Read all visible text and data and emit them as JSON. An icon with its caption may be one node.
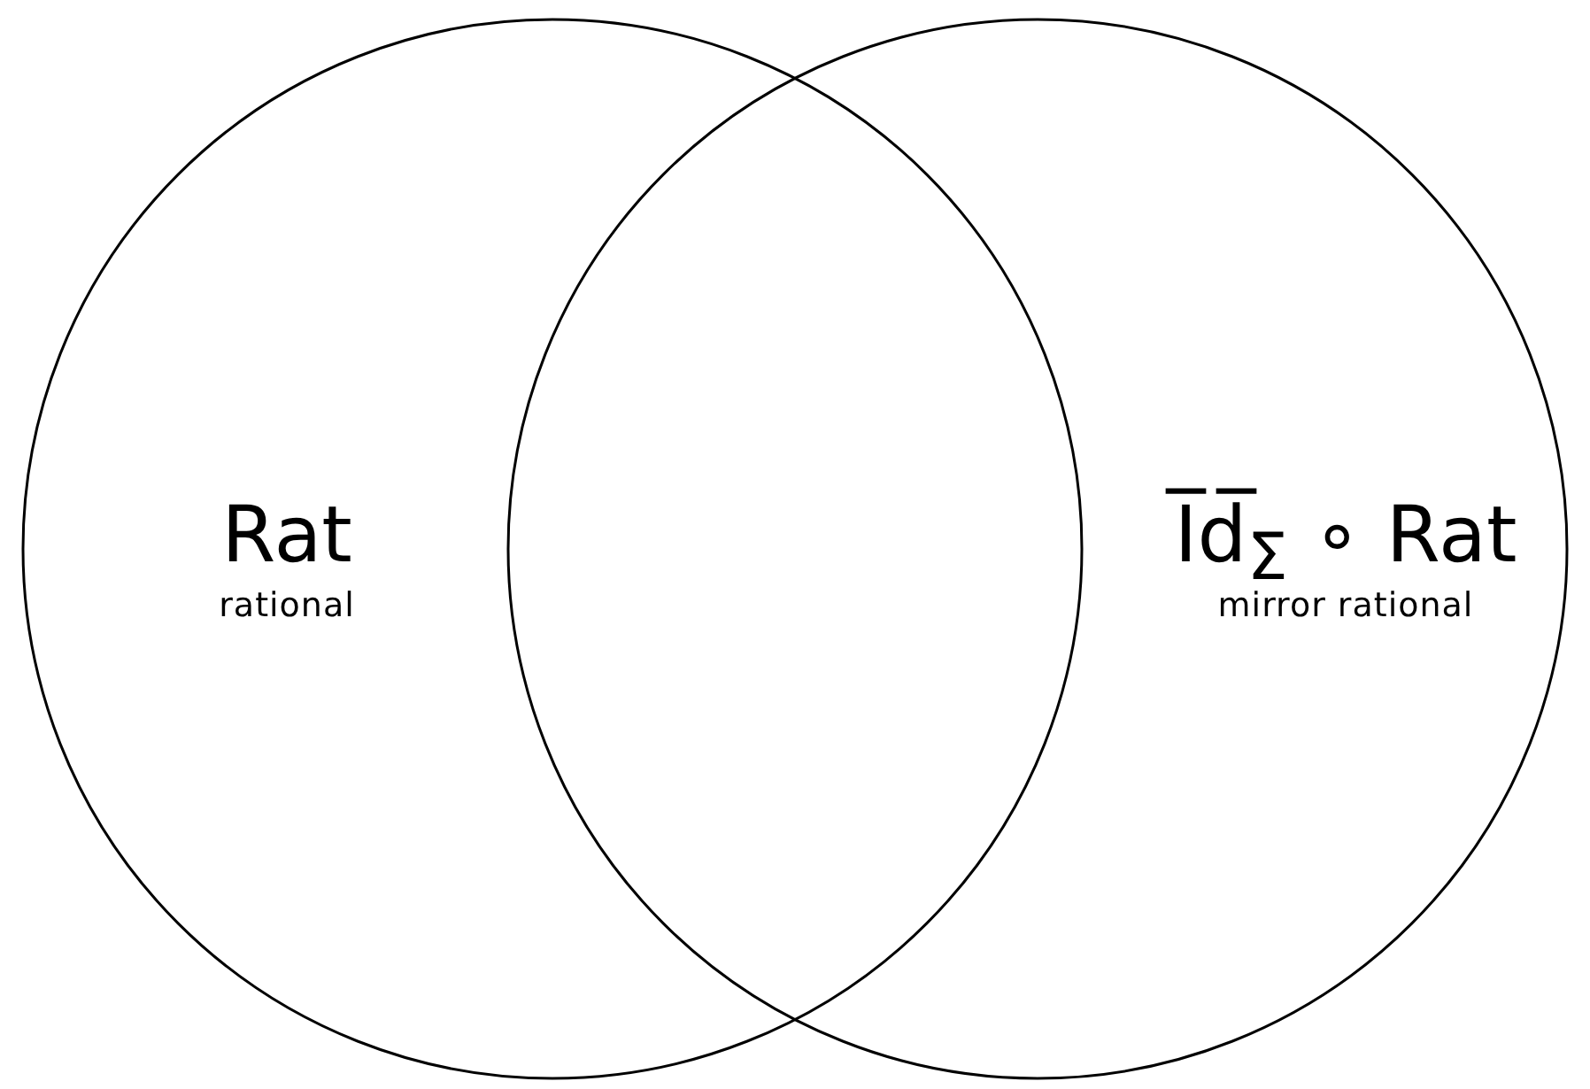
{
  "diagram": {
    "nodes": [
      {
        "text": [
          "Rat",
          "rational"
        ]
      },
      {
        "text": [
          "I̅d̅$_{Σ}$ ∘ Rat",
          "mirror rational"
        ]
      }
    ]
  }
}
